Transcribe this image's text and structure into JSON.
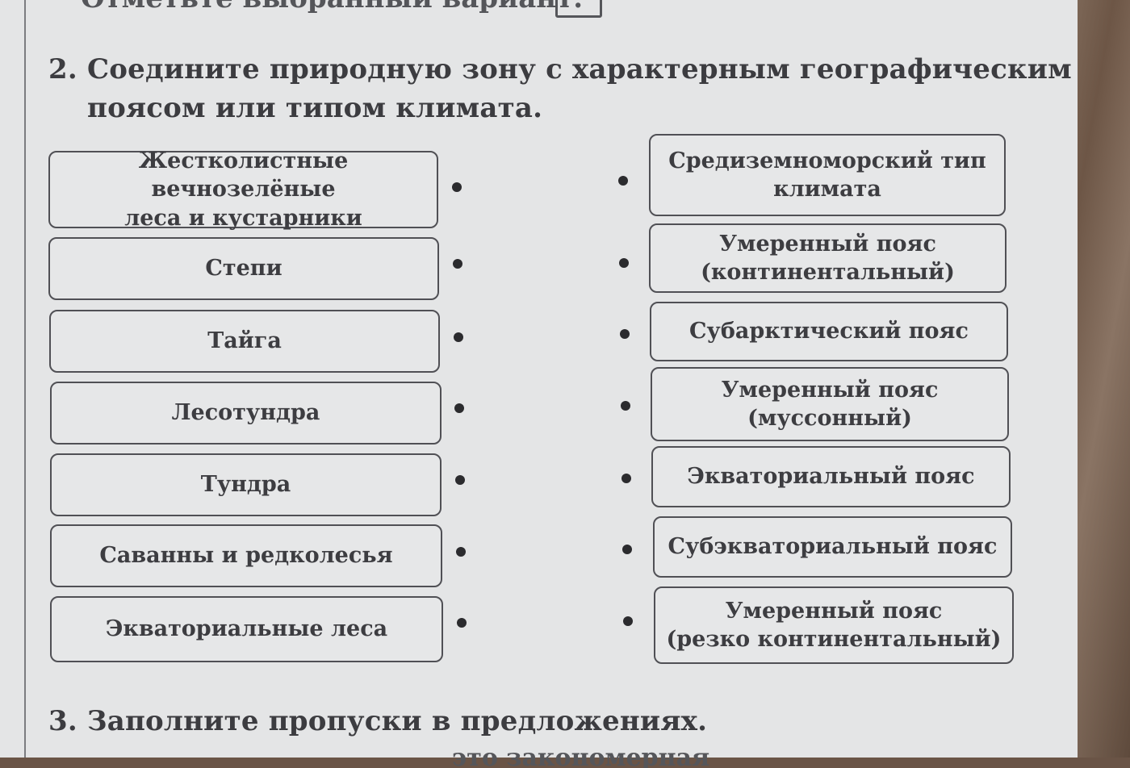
{
  "header_fragment": {
    "text": "Отметьте выбранный вариант."
  },
  "task2": {
    "number": "2.",
    "title_line1": "Соедините природную зону с характерным географическим",
    "title_line2": "поясом или типом климата.",
    "left": [
      {
        "line1": "Жестколистные вечнозелёные",
        "line2": "леса и кустарники"
      },
      {
        "line1": "Степи",
        "line2": ""
      },
      {
        "line1": "Тайга",
        "line2": ""
      },
      {
        "line1": "Лесотундра",
        "line2": ""
      },
      {
        "line1": "Тундра",
        "line2": ""
      },
      {
        "line1": "Саванны и редколесья",
        "line2": ""
      },
      {
        "line1": "Экваториальные леса",
        "line2": ""
      }
    ],
    "right": [
      {
        "line1": "Средиземноморский тип",
        "line2": "климата"
      },
      {
        "line1": "Умеренный пояс",
        "line2": "(континентальный)"
      },
      {
        "line1": "Субарктический пояс",
        "line2": ""
      },
      {
        "line1": "Умеренный пояс",
        "line2": "(муссонный)"
      },
      {
        "line1": "Экваториальный пояс",
        "line2": ""
      },
      {
        "line1": "Субэкваториальный пояс",
        "line2": ""
      },
      {
        "line1": "Умеренный пояс",
        "line2": "(резко континентальный)"
      }
    ]
  },
  "task3": {
    "number": "3.",
    "title": "Заполните пропуски в предложениях.",
    "cut_line": "это закономерная"
  }
}
